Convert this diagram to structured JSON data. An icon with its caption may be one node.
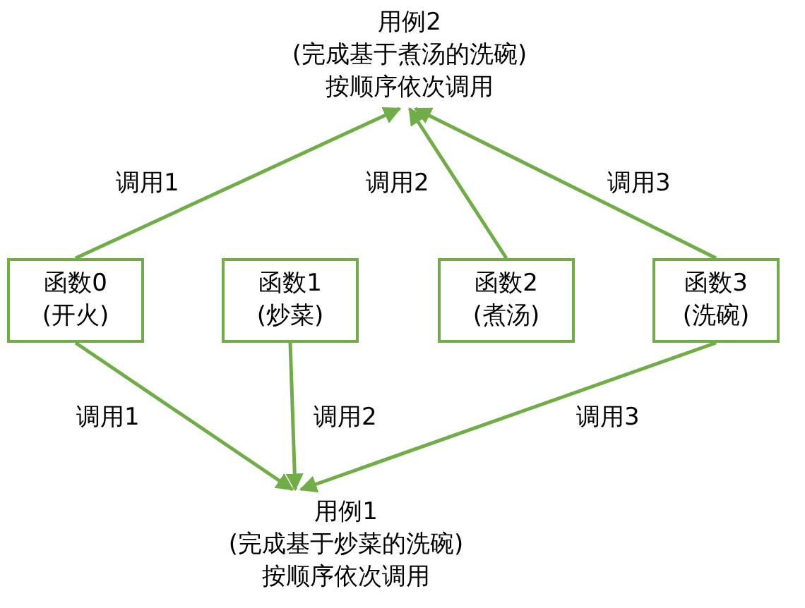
{
  "diagram": {
    "nodes": [
      {
        "text": [
          "用例2",
          "(完成基于煮汤的洗碗)",
          "按顺序依次调用"
        ]
      },
      {
        "text": [
          "函数0",
          "(开火)"
        ]
      },
      {
        "text": [
          "函数1",
          "(炒菜)"
        ]
      },
      {
        "text": [
          "函数2",
          "(煮汤)"
        ]
      },
      {
        "text": [
          "函数3",
          "(洗碗)"
        ]
      },
      {
        "text": [
          "用例1",
          "(完成基于炒菜的洗碗)",
          "按顺序依次调用"
        ]
      }
    ],
    "edges": [
      {
        "from": 1,
        "to": 0,
        "arrow": "to",
        "label": "调用1"
      },
      {
        "from": 3,
        "to": 0,
        "arrow": "to",
        "label": "调用2"
      },
      {
        "from": 4,
        "to": 0,
        "arrow": "to",
        "label": "调用3"
      },
      {
        "from": 1,
        "to": 5,
        "arrow": "to",
        "label": "调用1"
      },
      {
        "from": 2,
        "to": 5,
        "arrow": "to",
        "label": "调用2"
      },
      {
        "from": 4,
        "to": 5,
        "arrow": "to",
        "label": "调用3"
      }
    ]
  }
}
